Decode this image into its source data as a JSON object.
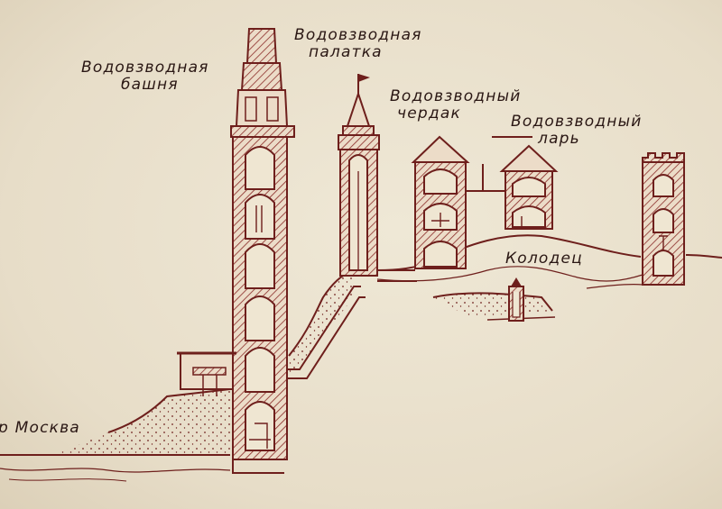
{
  "labels": {
    "tower_line1": "Водовзводная",
    "tower_line2": "башня",
    "tent_line1": "Водовзводная",
    "tent_line2": "палатка",
    "attic_line1": "Водовзводный",
    "attic_line2": "чердак",
    "chest_line1": "Водовзводный",
    "chest_line2": "ларь",
    "well": "Колодец",
    "river": "р Москва"
  },
  "colors": {
    "background": "#ebe3d0",
    "ink": "#6e1f1c",
    "hatch": "#8a2a26",
    "text": "#2a1714"
  }
}
